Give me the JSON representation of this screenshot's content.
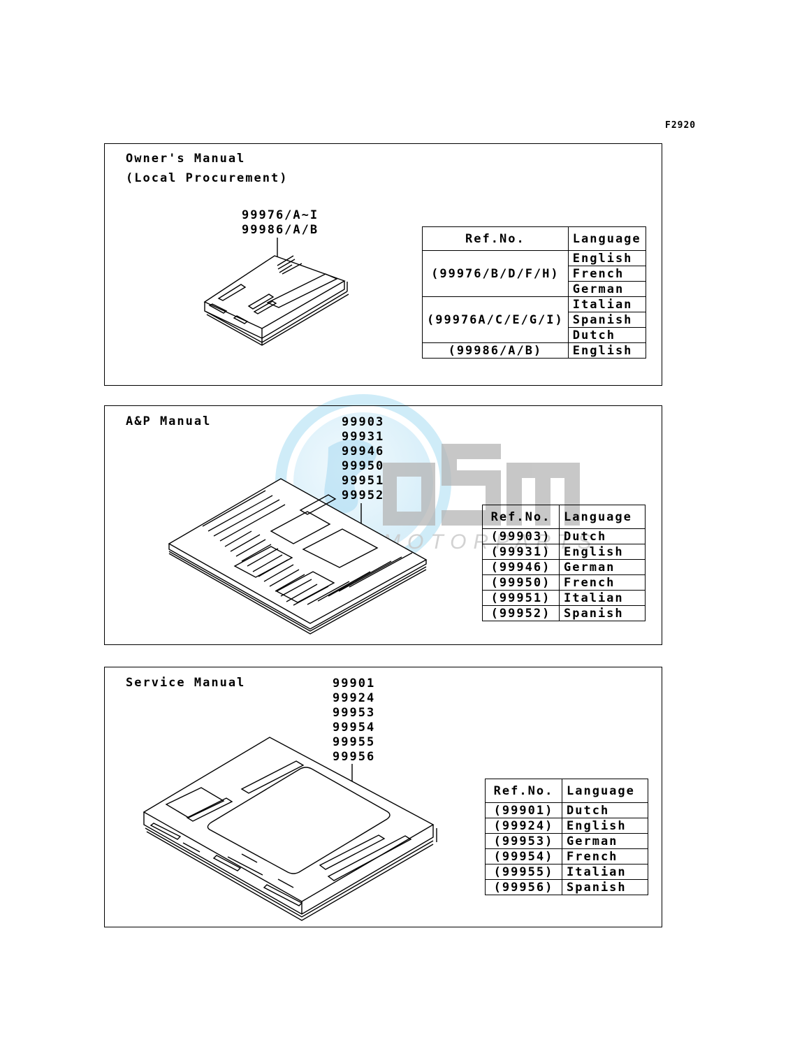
{
  "figure_code": "F2920",
  "watermark": {
    "text": "MOTORPARTS",
    "colors": {
      "globe": "#8fd0ee",
      "letters": "#b5b5b5"
    }
  },
  "sections": [
    {
      "title_line1": "Owner's Manual",
      "title_line2": "(Local Procurement)",
      "part_numbers": [
        "99976/A~I",
        "99986/A/B"
      ],
      "table_header": {
        "ref": "Ref.No.",
        "language": "Language"
      },
      "groups": [
        {
          "ref": "(99976/B/D/F/H)",
          "languages": [
            "English",
            "French",
            "German"
          ]
        },
        {
          "ref": "(99976A/C/E/G/I)",
          "languages": [
            "Italian",
            "Spanish",
            "Dutch"
          ]
        },
        {
          "ref": "(99986/A/B)",
          "languages": [
            "English"
          ]
        }
      ]
    },
    {
      "title_line1": "A&P Manual",
      "part_numbers": [
        "99903",
        "99931",
        "99946",
        "99950",
        "99951",
        "99952"
      ],
      "table_header": {
        "ref": "Ref.No.",
        "language": "Language"
      },
      "rows": [
        {
          "ref": "(99903)",
          "language": "Dutch"
        },
        {
          "ref": "(99931)",
          "language": "English"
        },
        {
          "ref": "(99946)",
          "language": "German"
        },
        {
          "ref": "(99950)",
          "language": "French"
        },
        {
          "ref": "(99951)",
          "language": "Italian"
        },
        {
          "ref": "(99952)",
          "language": "Spanish"
        }
      ]
    },
    {
      "title_line1": "Service Manual",
      "part_numbers": [
        "99901",
        "99924",
        "99953",
        "99954",
        "99955",
        "99956"
      ],
      "table_header": {
        "ref": "Ref.No.",
        "language": "Language"
      },
      "rows": [
        {
          "ref": "(99901)",
          "language": "Dutch"
        },
        {
          "ref": "(99924)",
          "language": "English"
        },
        {
          "ref": "(99953)",
          "language": "German"
        },
        {
          "ref": "(99954)",
          "language": "French"
        },
        {
          "ref": "(99955)",
          "language": "Italian"
        },
        {
          "ref": "(99956)",
          "language": "Spanish"
        }
      ]
    }
  ]
}
